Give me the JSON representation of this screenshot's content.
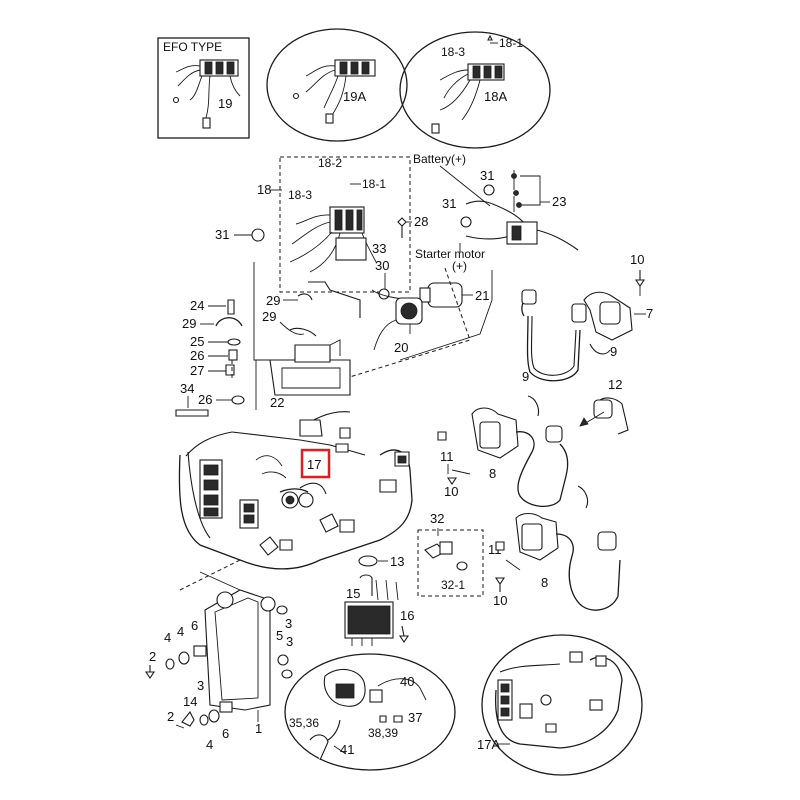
{
  "highlight_color": "#e01e1e",
  "panels": {
    "efo_type": "EFO TYPE",
    "efo_part": "19",
    "alt19a": "19A",
    "alt18a": "18A",
    "alt18a_3": "18-3",
    "alt18a_1": "18-1"
  },
  "callouts": {
    "p18": "18",
    "p18_2": "18-2",
    "p18_3": "18-3",
    "p18_1": "18-1",
    "battery": "Battery(+)",
    "starter": "Starter motor",
    "starter_plus": "(+)",
    "p31a": "31",
    "p31b": "31",
    "p31c": "31",
    "p23": "23",
    "p28": "28",
    "p33": "33",
    "p30": "30",
    "p21": "21",
    "p20": "20",
    "p29a": "29",
    "p29b": "29",
    "p29c": "29",
    "p24": "24",
    "p25": "25",
    "p26a": "26",
    "p27": "27",
    "p22": "22",
    "p34": "34",
    "p26b": "26",
    "p10a": "10",
    "p7": "7",
    "p9a": "9",
    "p12": "12",
    "p9b": "9",
    "p11a": "11",
    "p10b": "10",
    "p8a": "8",
    "p17": "17",
    "p32": "32",
    "p32_1": "32-1",
    "p11b": "11",
    "p10c": "10",
    "p8b": "8",
    "p13": "13",
    "p15": "15",
    "p16": "16",
    "p2a": "2",
    "p4a": "4",
    "p6a": "6",
    "p3a": "3",
    "p5": "5",
    "p3b": "3",
    "p3c": "3",
    "p14": "14",
    "p2b": "2",
    "p4b": "4",
    "p6b": "6",
    "p1": "1",
    "p40": "40",
    "p35_36": "35,36",
    "p37": "37",
    "p38_39": "38,39",
    "p41": "41",
    "p17a": "17A"
  }
}
